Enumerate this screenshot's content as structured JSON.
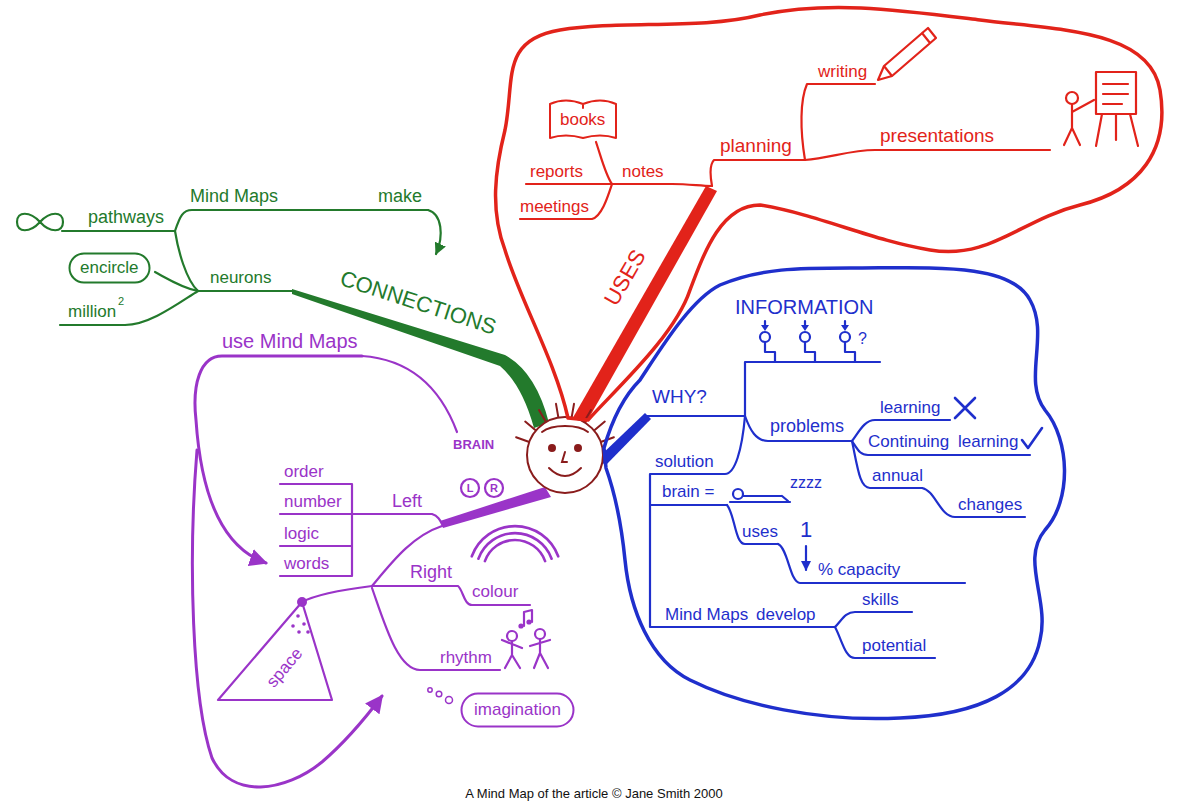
{
  "diagram": {
    "caption": "A Mind Map of the article © Jane Smith 2000",
    "nodes": [
      {
        "text": [
          "writing",
          "planning",
          "presentations",
          "reports",
          "notes",
          "meetings",
          "USES"
        ]
      },
      {
        "text": [
          "books"
        ],
        "in": 0
      },
      {
        "text": [
          "encircle"
        ]
      },
      {
        "text": [
          "INFORMATION",
          "?",
          "WHY?",
          "problems",
          "learning",
          "Continuing",
          "learning",
          "annual",
          "changes",
          "solution",
          "brain =",
          "zzzz",
          "uses",
          "1",
          "% capacity",
          "Mind Maps",
          "develop",
          "skills",
          "potential"
        ]
      },
      {
        "text": [
          "imagination"
        ]
      }
    ],
    "labels": [
      "pathways",
      "Mind Maps",
      "make",
      "neurons",
      "million",
      "2",
      "CONNECTIONS",
      "use Mind Maps",
      "BRAIN",
      "L",
      "R",
      "order",
      "number",
      "logic",
      "words",
      "Left",
      "Right",
      "colour",
      "space",
      "rhythm"
    ]
  }
}
